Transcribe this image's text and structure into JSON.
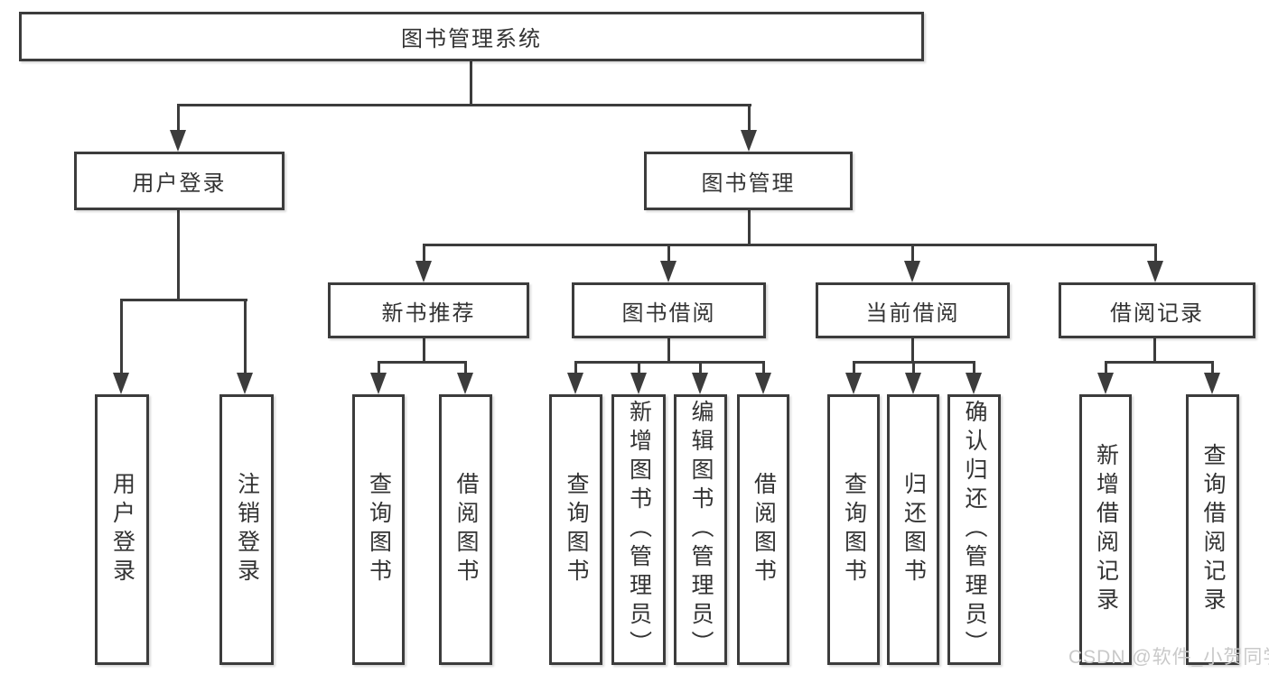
{
  "diagram": {
    "title": "图书管理系统",
    "nodes": {
      "user_login": "用户登录",
      "book_mgmt": "图书管理",
      "new_books": "新书推荐",
      "book_borrow": "图书借阅",
      "current_borrow": "当前借阅",
      "borrow_records": "借阅记录"
    },
    "leaves": {
      "ul_login": "用户登录",
      "ul_logout": "注销登录",
      "nb_query": "查询图书",
      "nb_borrow": "借阅图书",
      "bb_query": "查询图书",
      "bb_add": "新增图书（管理员）",
      "bb_edit": "编辑图书（管理员）",
      "bb_borrow": "借阅图书",
      "cb_query": "查询图书",
      "cb_return": "归还图书",
      "cb_confirm": "确认归还（管理员）",
      "br_add": "新增借阅记录",
      "br_query": "查询借阅记录"
    },
    "watermark": "CSDN @软件_小贺同学",
    "colors": {
      "line": "#3c3c3c",
      "text": "#333333",
      "watermark": "#c9c9c9",
      "background": "#ffffff"
    }
  }
}
